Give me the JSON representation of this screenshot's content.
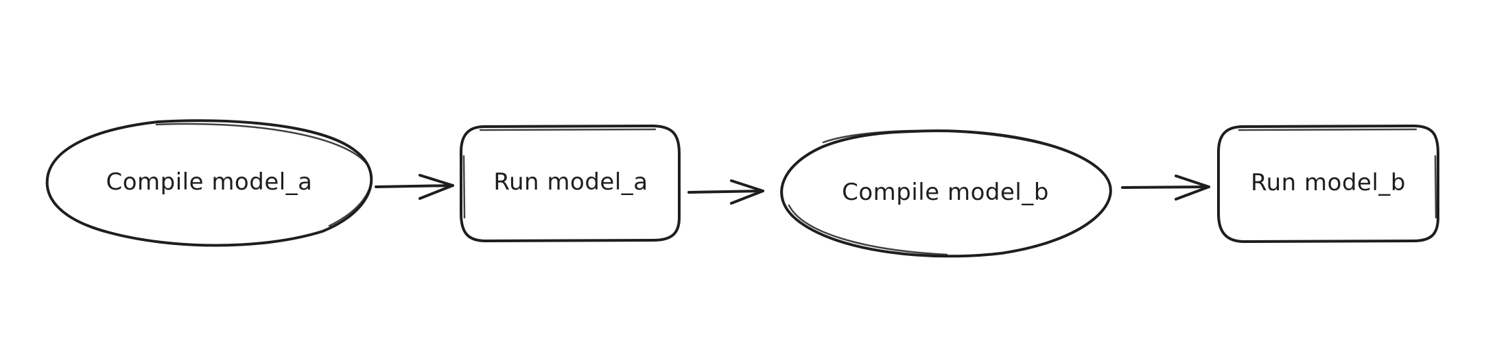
{
  "diagram": {
    "nodes": [
      {
        "id": "compile-model-a",
        "shape": "ellipse",
        "label": "Compile model_a"
      },
      {
        "id": "run-model-a",
        "shape": "rounded-rect",
        "label": "Run model_a"
      },
      {
        "id": "compile-model-b",
        "shape": "ellipse",
        "label": "Compile model_b"
      },
      {
        "id": "run-model-b",
        "shape": "rounded-rect",
        "label": "Run model_b"
      }
    ],
    "edges": [
      {
        "from": "compile-model-a",
        "to": "run-model-a"
      },
      {
        "from": "run-model-a",
        "to": "compile-model-b"
      },
      {
        "from": "compile-model-b",
        "to": "run-model-b"
      }
    ],
    "colors": {
      "stroke": "#1e1e1e",
      "background": "#ffffff"
    }
  }
}
